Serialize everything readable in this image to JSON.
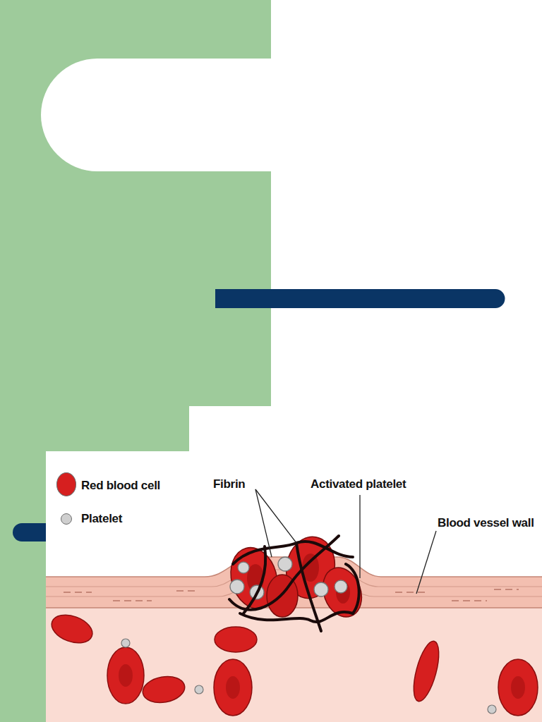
{
  "diagram": {
    "labels": [
      "Fibrin",
      "Activated platelet",
      "Blood vessel wall"
    ],
    "legend": [
      {
        "text": "Red blood cell",
        "color": "#d61f1f"
      },
      {
        "text": "Platelet",
        "color": "#cfcfcf"
      }
    ]
  }
}
